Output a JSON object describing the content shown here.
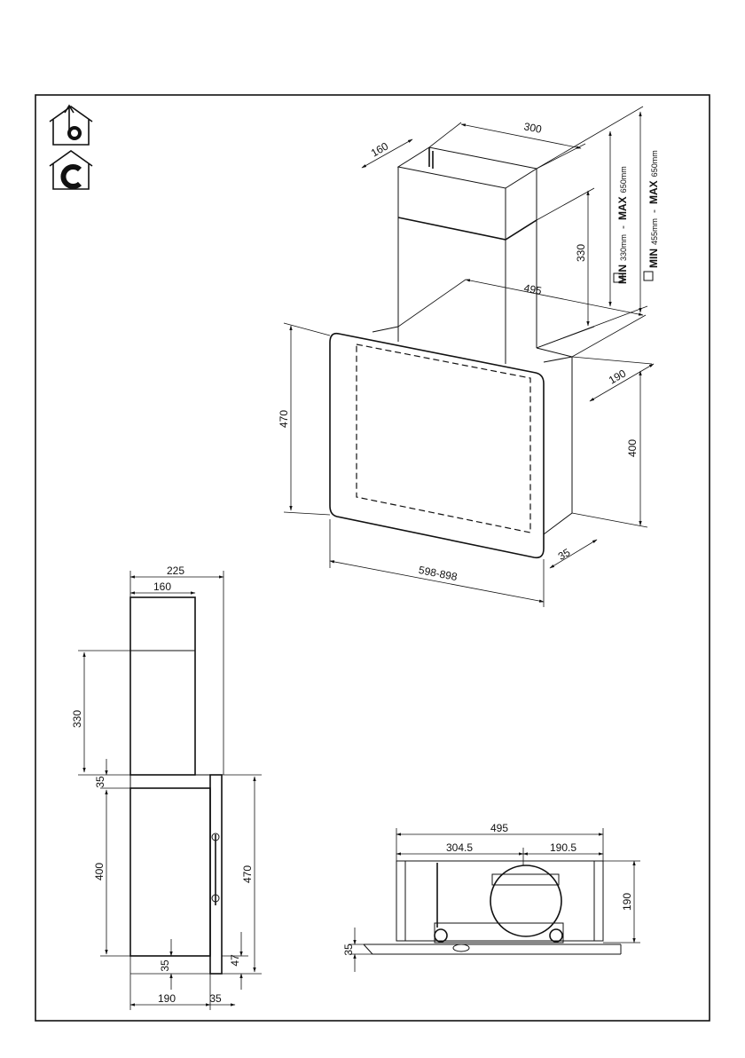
{
  "icons": {
    "top": {
      "name": "ducted-exhaust-icon",
      "letter": "b"
    },
    "bottom": {
      "name": "recirculation-icon",
      "letter": "c"
    }
  },
  "perspective_view": {
    "dims": {
      "chimney_depth": "160",
      "chimney_width": "300",
      "chimney_height": "330",
      "body_width": "495",
      "body_depth": "190",
      "panel_height": "470",
      "body_height": "400",
      "panel_width": "598-898",
      "panel_thickness": "35"
    },
    "height_ranges": {
      "ducted": {
        "min_label": "MIN",
        "min": "330mm",
        "sep": "-",
        "max_label": "MAX",
        "max": "650mm"
      },
      "recirc": {
        "min_label": "MIN",
        "min": "455mm",
        "sep": "-",
        "max_label": "MAX",
        "max": "650mm"
      }
    }
  },
  "side_view": {
    "dims": {
      "total_depth": "225",
      "chimney_depth": "160",
      "chimney_height": "330",
      "gap": "35",
      "body_height": "400",
      "panel_height": "470",
      "bottom_offset": "35",
      "panel_bottom": "47",
      "body_depth": "190",
      "panel_thickness": "35"
    }
  },
  "bottom_view": {
    "dims": {
      "width": "495",
      "left_offset": "304.5",
      "right_offset": "190.5",
      "depth": "190",
      "panel_thickness": "35"
    }
  }
}
